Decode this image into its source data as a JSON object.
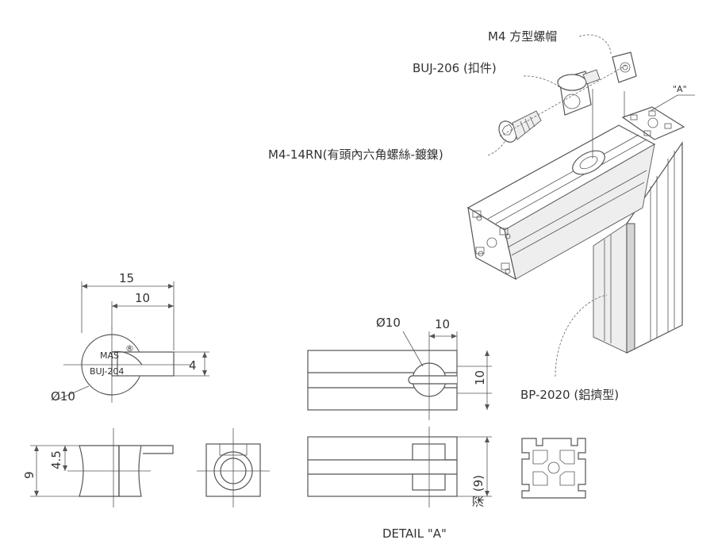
{
  "callouts": {
    "square_nut": "M4 方型螺帽",
    "clip": "BUJ-206 (扣件)",
    "screw": "M4-14RN(有頭內六角螺絲-鍍鎳)",
    "profile": "BP-2020 (鋁擠型)",
    "detail_marker": "\"A\""
  },
  "clip_views": {
    "dim_15": "15",
    "dim_10": "10",
    "dim_4": "4",
    "dim_9": "9",
    "dim_4_5": "4.5",
    "dia_10": "Ø10",
    "mark_brand": "MAS",
    "mark_model": "BUJ-204",
    "registered_mark": "®"
  },
  "detail_views": {
    "dia_10": "Ø10",
    "dim_10_top": "10",
    "dim_10_side": "10",
    "depth_label": "深 (9)",
    "caption": "DETAIL \"A\""
  }
}
